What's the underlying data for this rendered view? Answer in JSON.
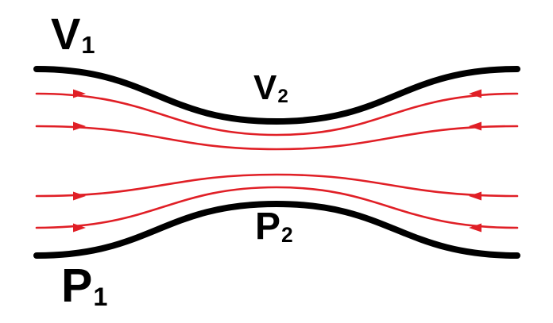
{
  "diagram": {
    "labels": {
      "v1": {
        "base": "V",
        "sub": "1"
      },
      "v2": {
        "base": "V",
        "sub": "2"
      },
      "p1": {
        "base": "P",
        "sub": "1"
      },
      "p2": {
        "base": "P",
        "sub": "2"
      }
    },
    "colors": {
      "wall": "#000000",
      "streamline": "#e01f26",
      "background": "#ffffff"
    },
    "streamline_count": 4,
    "flow_arrows": {
      "left_side_direction": "right",
      "right_side_direction": "left"
    }
  }
}
